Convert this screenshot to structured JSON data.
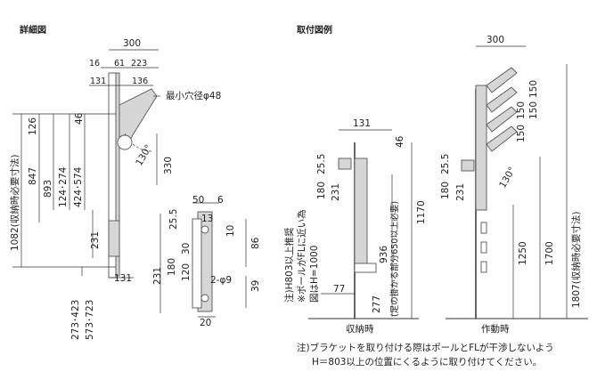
{
  "sections": {
    "detail": "詳細図",
    "example": "取付図例"
  },
  "detail": {
    "d300": "300",
    "d16": "16",
    "d61": "61",
    "d223": "223",
    "d131": "131",
    "d136": "136",
    "hole": "最小穴径φ48",
    "d126": "126",
    "d46": "46",
    "angle": "130°",
    "d330": "330",
    "v1082": "1082(収納時必要寸法)",
    "v847": "847",
    "v893": "893",
    "v124": "124･274",
    "v424": "424･574",
    "v231": "231",
    "b131": "131",
    "v273": "273･423",
    "v573": "573･723"
  },
  "bracket": {
    "d50": "50",
    "d6": "6",
    "d255": "25.5",
    "d13": "13",
    "d10": "10",
    "d30": "30",
    "d86": "86",
    "d231": "231",
    "d180": "180",
    "d120": "120",
    "d2phi": "2-φ9",
    "d39": "39",
    "d20": "20"
  },
  "storage": {
    "d131": "131",
    "d46": "46",
    "d255": "25.5",
    "d180": "180",
    "d231": "231",
    "n1": "注)H803以上推奨",
    "n2": "※ポールがFLに近い為",
    "n3": "図はH=1000",
    "d936": "936",
    "d936b": "(足の掛かる部分650以上必要)",
    "d77": "77",
    "d277": "277",
    "d1170": "1170",
    "label": "収納時"
  },
  "operation": {
    "d300": "300",
    "d150a": "150",
    "d150b": "150",
    "d150c": "150",
    "d150d": "150",
    "d255": "25.5",
    "d180": "180",
    "d231": "231",
    "angle": "130°",
    "d1250": "1250",
    "d1700": "1700",
    "d1807": "1807(収納時必要寸法)",
    "label": "作動時"
  },
  "footnote": {
    "line1": "注)ブラケットを取り付ける際はポールとFLが干渉しないよう",
    "line2": "H＝803以上の位置にくるように取り付けてください。"
  }
}
